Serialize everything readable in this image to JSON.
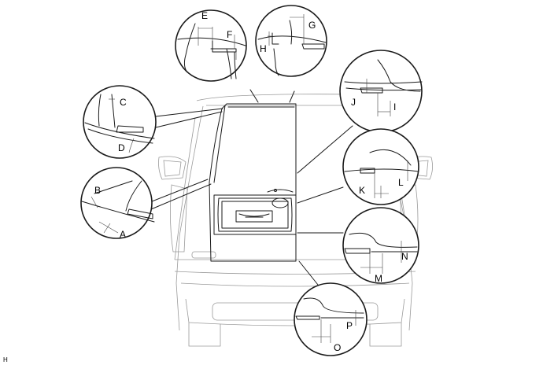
{
  "labels": {
    "A": "A",
    "B": "B",
    "C": "C",
    "D": "D",
    "E": "E",
    "F": "F",
    "G": "G",
    "H": "H",
    "I": "I",
    "J": "J",
    "K": "K",
    "L": "L",
    "M": "M",
    "N": "N",
    "O": "O",
    "P": "P"
  },
  "figure_code": "H",
  "colors": {
    "line": "#1a1a1a",
    "car_outline": "#9a9a9a",
    "background": "#ffffff"
  }
}
